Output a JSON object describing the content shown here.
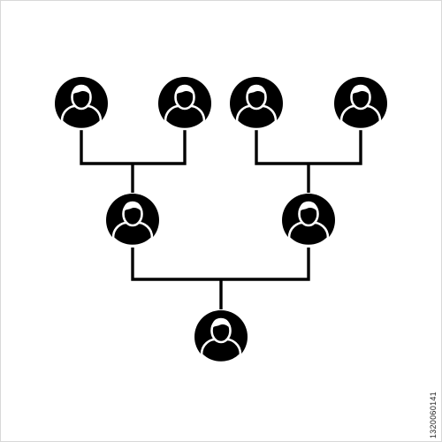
{
  "colors": {
    "background": "#ffffff",
    "icon": "#000000",
    "person": "#ffffff",
    "line": "#000000",
    "frame": "#d8d8d8"
  },
  "icon": "family-tree-icon",
  "nodes": [
    {
      "id": "grandparent-1",
      "generation": 1,
      "icon": "person-avatar-icon"
    },
    {
      "id": "grandparent-2",
      "generation": 1,
      "icon": "person-avatar-icon"
    },
    {
      "id": "grandparent-3",
      "generation": 1,
      "icon": "person-avatar-icon"
    },
    {
      "id": "grandparent-4",
      "generation": 1,
      "icon": "person-avatar-icon"
    },
    {
      "id": "parent-1",
      "generation": 2,
      "icon": "person-avatar-icon"
    },
    {
      "id": "parent-2",
      "generation": 2,
      "icon": "person-avatar-icon"
    },
    {
      "id": "child",
      "generation": 3,
      "icon": "person-avatar-icon"
    }
  ],
  "edges": [
    {
      "from": [
        "grandparent-1",
        "grandparent-2"
      ],
      "to": "parent-1"
    },
    {
      "from": [
        "grandparent-3",
        "grandparent-4"
      ],
      "to": "parent-2"
    },
    {
      "from": [
        "parent-1",
        "parent-2"
      ],
      "to": "child"
    }
  ],
  "stock_id": "1320060141"
}
